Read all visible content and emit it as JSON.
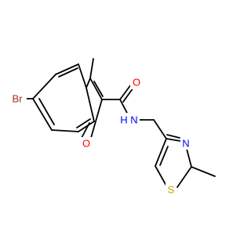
{
  "atoms": {
    "br": {
      "symbol": "Br",
      "color": "#a52a2a"
    },
    "o_ring": {
      "symbol": "O",
      "color": "#ff0000"
    },
    "o_carbonyl": {
      "symbol": "O",
      "color": "#ff0000"
    },
    "n_amide": {
      "symbol": "N",
      "color": "#0000ff"
    },
    "h_amide": {
      "symbol": "H",
      "color": "#0000ff"
    },
    "n_thiazole": {
      "symbol": "N",
      "color": "#0000ff"
    },
    "s_thiazole": {
      "symbol": "S",
      "color": "#b8a000"
    }
  },
  "colors": {
    "bond": "#000000",
    "background": "#ffffff"
  }
}
